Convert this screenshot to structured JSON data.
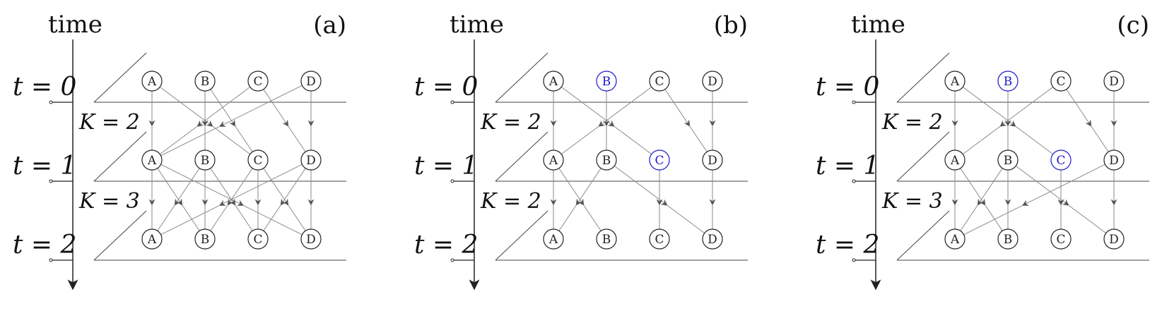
{
  "colors": {
    "ink": "#222222",
    "edge": "#8a8a8a",
    "arrowhead": "#555555",
    "highlight": "#1a1acc"
  },
  "time_axis_label": "time",
  "timestep_labels": [
    "t = 0",
    "t = 1",
    "t = 2"
  ],
  "nodes": [
    "A",
    "B",
    "C",
    "D"
  ],
  "panels": [
    {
      "label": "(a)",
      "k_labels": [
        "K = 2",
        "K = 3"
      ],
      "highlight": [],
      "edges": [
        [
          [
            0,
            0
          ],
          [
            1,
            0
          ]
        ],
        [
          [
            0,
            0
          ],
          [
            1,
            2
          ]
        ],
        [
          [
            0,
            1
          ],
          [
            1,
            1
          ]
        ],
        [
          [
            0,
            1
          ],
          [
            1,
            2
          ]
        ],
        [
          [
            0,
            2
          ],
          [
            1,
            0
          ]
        ],
        [
          [
            0,
            2
          ],
          [
            1,
            3
          ]
        ],
        [
          [
            0,
            3
          ],
          [
            1,
            3
          ]
        ],
        [
          [
            0,
            3
          ],
          [
            1,
            0
          ]
        ],
        [
          [
            1,
            0
          ],
          [
            2,
            0
          ]
        ],
        [
          [
            1,
            0
          ],
          [
            2,
            1
          ]
        ],
        [
          [
            1,
            0
          ],
          [
            2,
            3
          ]
        ],
        [
          [
            1,
            1
          ],
          [
            2,
            1
          ]
        ],
        [
          [
            1,
            1
          ],
          [
            2,
            0
          ]
        ],
        [
          [
            1,
            1
          ],
          [
            2,
            2
          ]
        ],
        [
          [
            1,
            2
          ],
          [
            2,
            2
          ]
        ],
        [
          [
            1,
            2
          ],
          [
            2,
            1
          ]
        ],
        [
          [
            1,
            2
          ],
          [
            2,
            3
          ]
        ],
        [
          [
            1,
            3
          ],
          [
            2,
            3
          ]
        ],
        [
          [
            1,
            3
          ],
          [
            2,
            2
          ]
        ],
        [
          [
            1,
            3
          ],
          [
            2,
            0
          ]
        ]
      ]
    },
    {
      "label": "(b)",
      "k_labels": [
        "K = 2",
        "K = 2"
      ],
      "highlight": [
        [
          0,
          1
        ],
        [
          1,
          2
        ]
      ],
      "edges": [
        [
          [
            0,
            0
          ],
          [
            1,
            0
          ]
        ],
        [
          [
            0,
            0
          ],
          [
            1,
            2
          ]
        ],
        [
          [
            0,
            1
          ],
          [
            1,
            1
          ]
        ],
        [
          [
            0,
            2
          ],
          [
            1,
            0
          ]
        ],
        [
          [
            0,
            2
          ],
          [
            1,
            3
          ]
        ],
        [
          [
            0,
            3
          ],
          [
            1,
            3
          ]
        ],
        [
          [
            1,
            0
          ],
          [
            2,
            0
          ]
        ],
        [
          [
            1,
            0
          ],
          [
            2,
            1
          ]
        ],
        [
          [
            1,
            1
          ],
          [
            2,
            0
          ]
        ],
        [
          [
            1,
            1
          ],
          [
            2,
            3
          ]
        ],
        [
          [
            1,
            2
          ],
          [
            2,
            2
          ]
        ],
        [
          [
            1,
            3
          ],
          [
            2,
            3
          ]
        ]
      ]
    },
    {
      "label": "(c)",
      "k_labels": [
        "K = 2",
        "K = 3"
      ],
      "highlight": [
        [
          0,
          1
        ],
        [
          1,
          2
        ]
      ],
      "edges": [
        [
          [
            0,
            0
          ],
          [
            1,
            0
          ]
        ],
        [
          [
            0,
            0
          ],
          [
            1,
            2
          ]
        ],
        [
          [
            0,
            1
          ],
          [
            1,
            1
          ]
        ],
        [
          [
            0,
            2
          ],
          [
            1,
            0
          ]
        ],
        [
          [
            0,
            2
          ],
          [
            1,
            3
          ]
        ],
        [
          [
            0,
            3
          ],
          [
            1,
            3
          ]
        ],
        [
          [
            1,
            0
          ],
          [
            2,
            0
          ]
        ],
        [
          [
            1,
            0
          ],
          [
            2,
            1
          ]
        ],
        [
          [
            1,
            1
          ],
          [
            2,
            0
          ]
        ],
        [
          [
            1,
            1
          ],
          [
            2,
            1
          ]
        ],
        [
          [
            1,
            1
          ],
          [
            2,
            3
          ]
        ],
        [
          [
            1,
            2
          ],
          [
            2,
            2
          ]
        ],
        [
          [
            1,
            3
          ],
          [
            2,
            3
          ]
        ],
        [
          [
            1,
            3
          ],
          [
            2,
            0
          ]
        ]
      ]
    }
  ]
}
